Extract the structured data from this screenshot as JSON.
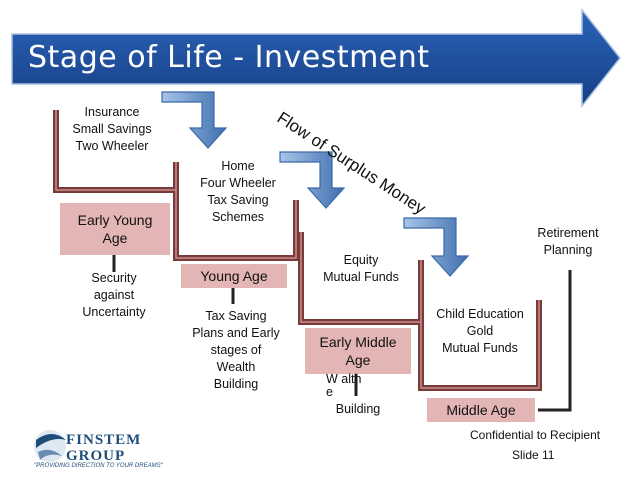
{
  "slide": {
    "title": "Stage of Life - Investment",
    "flow_label": "Flow of Surplus Money"
  },
  "stages": [
    {
      "label": "Early Young\nAge"
    },
    {
      "label": "Young Age"
    },
    {
      "label": "Early Middle\nAge"
    },
    {
      "label": "Middle Age"
    }
  ],
  "investments": [
    "Insurance\nSmall Savings\nTwo Wheeler",
    "Home\nFour Wheeler\nTax Saving\nSchemes",
    "Equity\nMutual Funds",
    "Child Education\nGold\nMutual Funds",
    "Retirement\nPlanning"
  ],
  "goals": [
    "Security\nagainst\nUncertainty",
    "Tax Saving\nPlans and Early\nstages of\nWealth\nBuilding",
    "W  alth\ne",
    "Building"
  ],
  "footer": {
    "logo_name": "FINSTEM",
    "logo_sub": "GROUP",
    "tagline": "\"PROVIDING DIRECTION TO YOUR DREAMS\"",
    "confidential": "Confidential to Recipient",
    "slide_number": "Slide 11"
  },
  "colors": {
    "banner": "#1e4fa0",
    "stair": "#7a3a3a",
    "stage_box": "#e4b5b5",
    "arrow": "#4a7ab8"
  }
}
